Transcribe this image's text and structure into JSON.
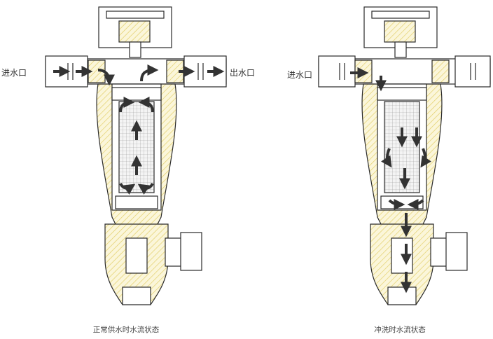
{
  "left_diagram": {
    "inlet_label": "进水口",
    "outlet_label": "出水口",
    "caption": "正常供水时水流状态"
  },
  "right_diagram": {
    "inlet_label": "进水口",
    "caption": "冲洗时水流状态"
  },
  "colors": {
    "line": "#2a2a2a",
    "arrow": "#3a3a3a",
    "hatch": "#e8d77a",
    "screen_fill": "#f2f2f2"
  }
}
